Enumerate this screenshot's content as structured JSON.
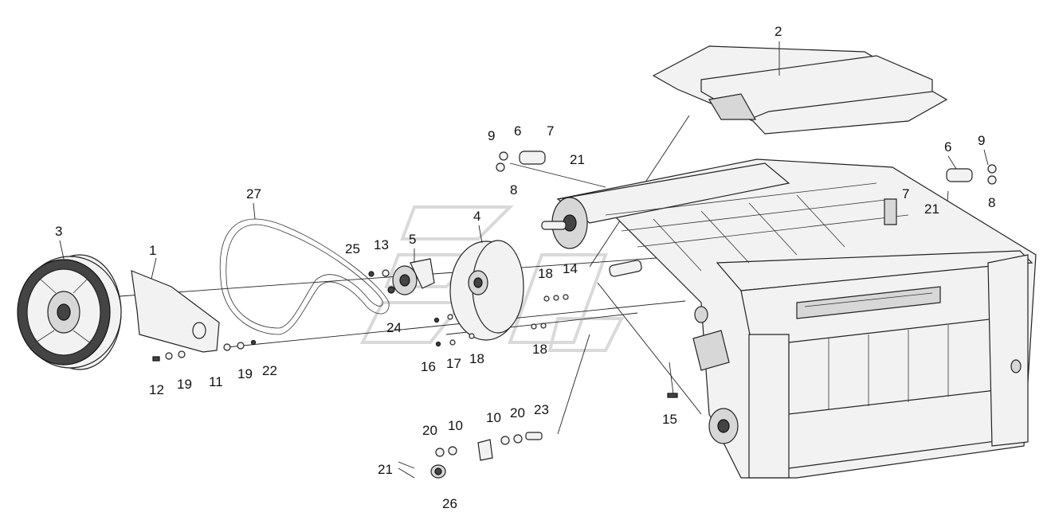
{
  "diagram": {
    "callouts": [
      "1",
      "2",
      "3",
      "4",
      "5",
      "6",
      "7",
      "8",
      "9",
      "10",
      "11",
      "12",
      "13",
      "14",
      "15",
      "16",
      "17",
      "18",
      "19",
      "20",
      "21",
      "22",
      "23",
      "24",
      "25",
      "26",
      "27",
      "6",
      "7",
      "8",
      "9",
      "21",
      "18",
      "18",
      "18",
      "19",
      "21",
      "10",
      "20"
    ],
    "colors": {
      "line": "#222222",
      "part_fill": "#f2f2f2",
      "dark_fill": "#444444",
      "watermark": "#d9d9d9"
    }
  }
}
